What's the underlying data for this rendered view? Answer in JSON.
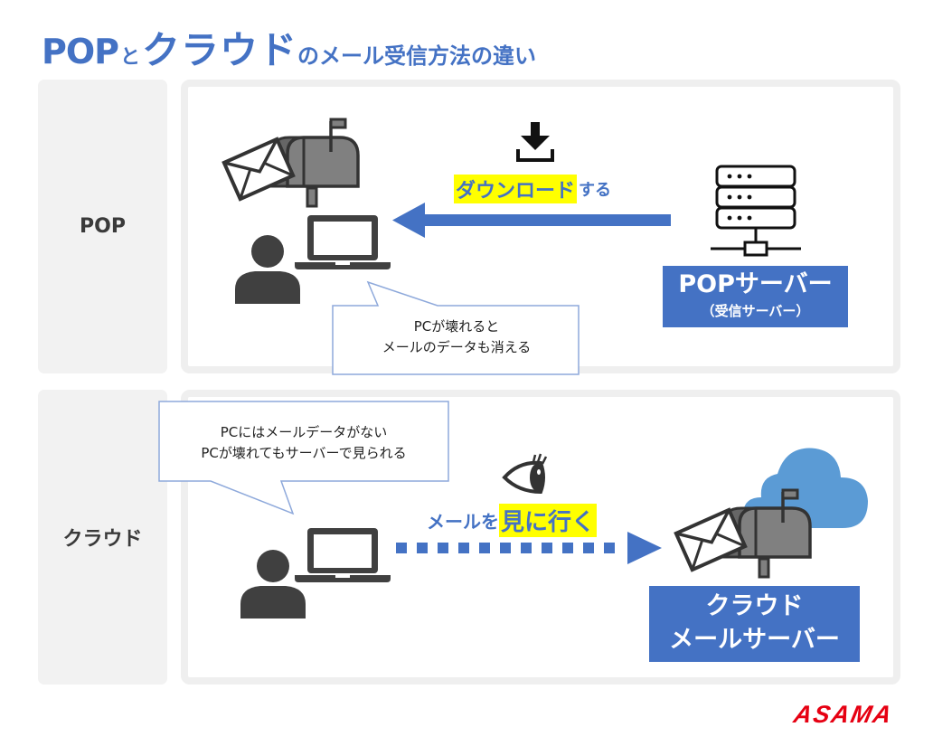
{
  "title": {
    "part1": "POP",
    "part2": "と",
    "part3": "クラウド",
    "part4": "のメール受信方法の違い"
  },
  "rows": {
    "pop": {
      "label": "POP",
      "action_highlight": "ダウンロード",
      "action_suffix": "する",
      "server_name": "POPサーバー",
      "server_sub": "（受信サーバー）",
      "callout_line1": "PCが壊れると",
      "callout_line2": "メールのデータも消える",
      "icons": [
        "envelope-icon",
        "mailbox-icon",
        "user-icon",
        "laptop-icon",
        "download-icon",
        "arrow-left-icon",
        "server-icon"
      ]
    },
    "cloud": {
      "label": "クラウド",
      "action_prefix": "メールを",
      "action_highlight": "見に行く",
      "server_line1": "クラウド",
      "server_line2": "メールサーバー",
      "callout_line1": "PCにはメールデータがない",
      "callout_line2": "PCが壊れてもサーバーで見られる",
      "icons": [
        "user-icon",
        "laptop-icon",
        "eye-icon",
        "dotted-arrow-right-icon",
        "cloud-icon",
        "envelope-icon",
        "mailbox-icon"
      ]
    }
  },
  "logo": {
    "text": "ASAMA"
  },
  "colors": {
    "accent_blue": "#4472c4",
    "highlight_yellow": "#ffff00",
    "icon_dark": "#404040",
    "cloud_blue": "#5b9bd5",
    "logo_red": "#e60012",
    "panel_gray": "#f2f2f2"
  }
}
